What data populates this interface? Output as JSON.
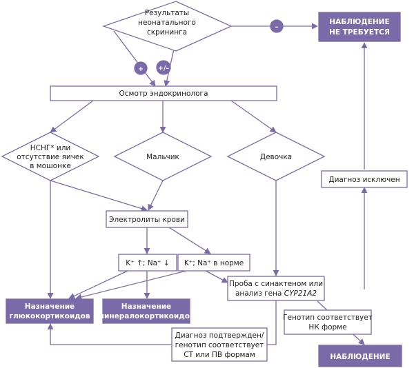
{
  "colors": {
    "accent": "#7b6aa8",
    "text": "#1d1d1b",
    "background": "#ffffff"
  },
  "nodes": {
    "screening": [
      "Результаты",
      "неонатального",
      "скрининга"
    ],
    "no_observation": [
      "НАБЛЮДЕНИЕ",
      "НЕ ТРЕБУЕТСЯ"
    ],
    "endocrinologist": "Осмотр эндокринолога",
    "nsng": [
      "НСНГ* или",
      "отсутствие яичек",
      "в мошонке"
    ],
    "boy": "Мальчик",
    "girl": "Девочка",
    "diagnosis_excluded": "Диагноз исключен",
    "electrolytes": "Электролиты крови",
    "k_high": "K⁺ ↑; Na⁺ ↓",
    "k_normal": "K⁺; Na⁺ в норме",
    "synacthen": [
      "Проба с синактеном или",
      "анализ гена ",
      "CYP21A2"
    ],
    "glucocorticoids": [
      "Назначение",
      "глюкокортикоидов"
    ],
    "mineralocorticoids": [
      "Назначение",
      "минералокортикоидов"
    ],
    "nk_form": [
      "Генотип соответствует",
      "НК форме"
    ],
    "confirmed": [
      "Диагноз подтвержден/",
      "генотип соответствует",
      "СТ или ПВ формам"
    ],
    "observation": "НАБЛЮДЕНИЕ"
  },
  "badges": {
    "minus": "–",
    "plus": "+",
    "plus_minus": "+/–"
  }
}
